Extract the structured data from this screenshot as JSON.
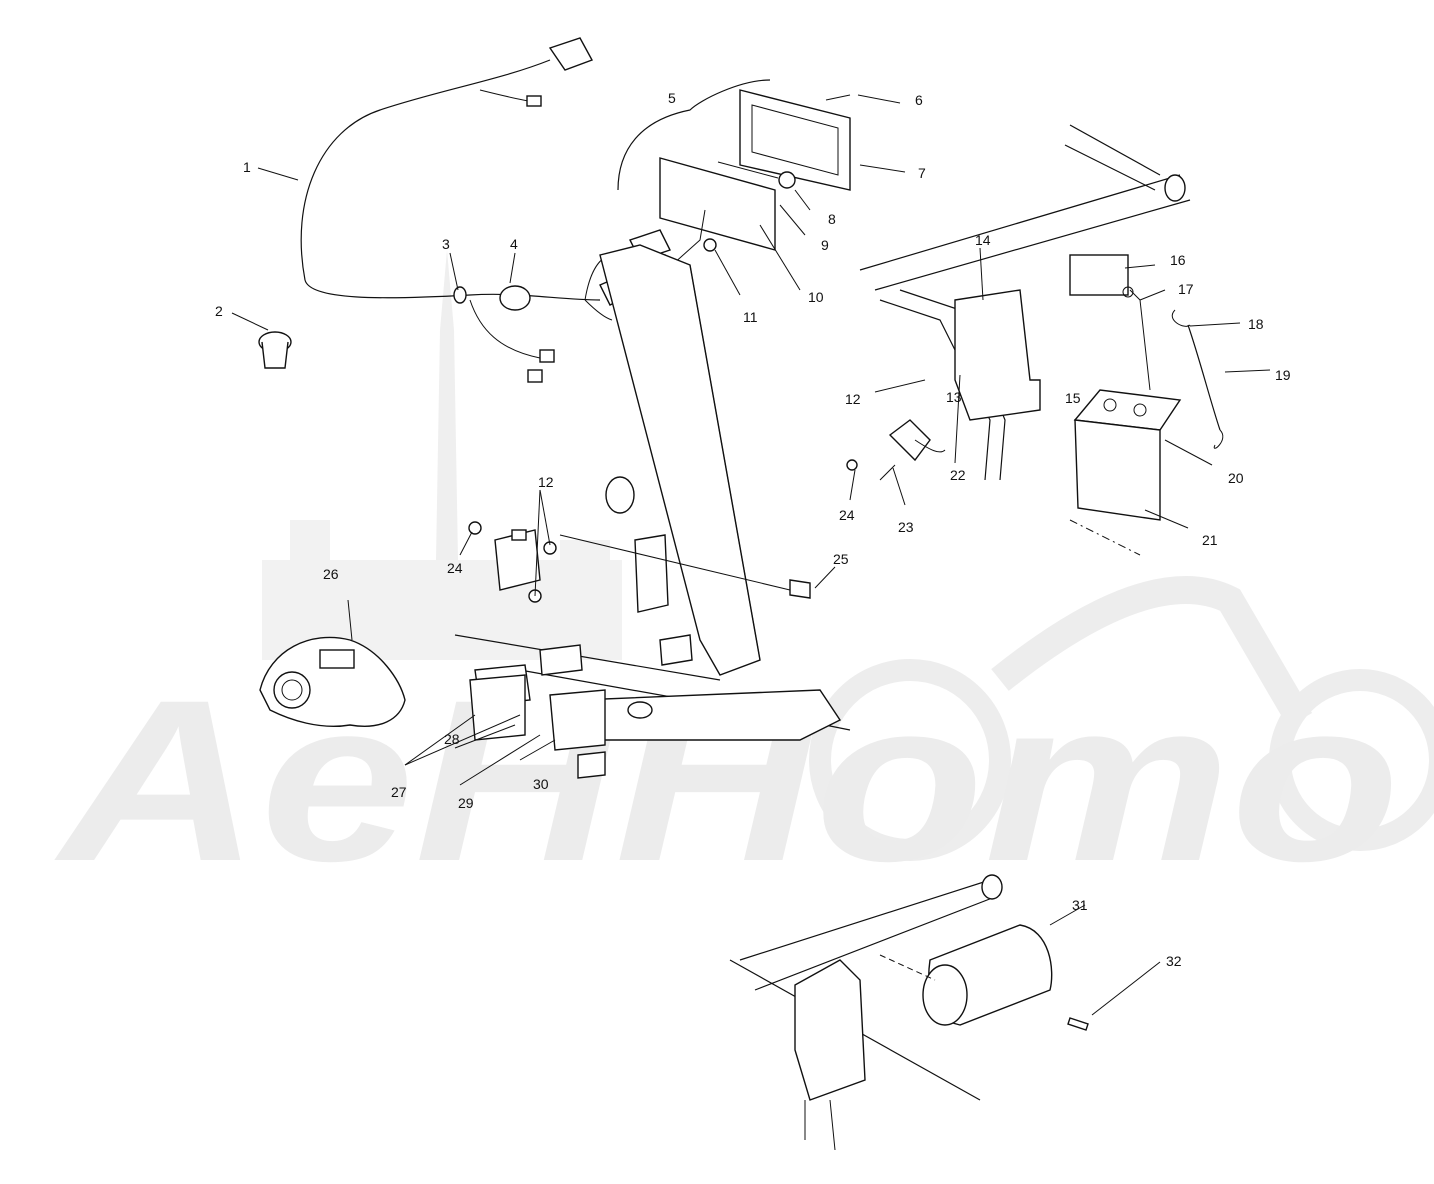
{
  "watermark": {
    "text": "AeHHomo"
  },
  "callouts": [
    {
      "id": "c1",
      "text": "1"
    },
    {
      "id": "c2",
      "text": "2"
    },
    {
      "id": "c3",
      "text": "3"
    },
    {
      "id": "c4",
      "text": "4"
    },
    {
      "id": "c5",
      "text": "5"
    },
    {
      "id": "c6",
      "text": "6"
    },
    {
      "id": "c7",
      "text": "7"
    },
    {
      "id": "c8",
      "text": "8"
    },
    {
      "id": "c9",
      "text": "9"
    },
    {
      "id": "c10",
      "text": "10"
    },
    {
      "id": "c11",
      "text": "11"
    },
    {
      "id": "c12a",
      "text": "12"
    },
    {
      "id": "c12b",
      "text": "12"
    },
    {
      "id": "c13",
      "text": "13"
    },
    {
      "id": "c14",
      "text": "14"
    },
    {
      "id": "c15",
      "text": "15"
    },
    {
      "id": "c16",
      "text": "16"
    },
    {
      "id": "c17",
      "text": "17"
    },
    {
      "id": "c18",
      "text": "18"
    },
    {
      "id": "c19",
      "text": "19"
    },
    {
      "id": "c20",
      "text": "20"
    },
    {
      "id": "c21",
      "text": "21"
    },
    {
      "id": "c22",
      "text": "22"
    },
    {
      "id": "c23",
      "text": "23"
    },
    {
      "id": "c24a",
      "text": "24"
    },
    {
      "id": "c24b",
      "text": "24"
    },
    {
      "id": "c25",
      "text": "25"
    },
    {
      "id": "c26",
      "text": "26"
    },
    {
      "id": "c27",
      "text": "27"
    },
    {
      "id": "c28",
      "text": "28"
    },
    {
      "id": "c29",
      "text": "29"
    },
    {
      "id": "c30",
      "text": "30"
    },
    {
      "id": "c31",
      "text": "31"
    },
    {
      "id": "c32",
      "text": "32"
    }
  ]
}
